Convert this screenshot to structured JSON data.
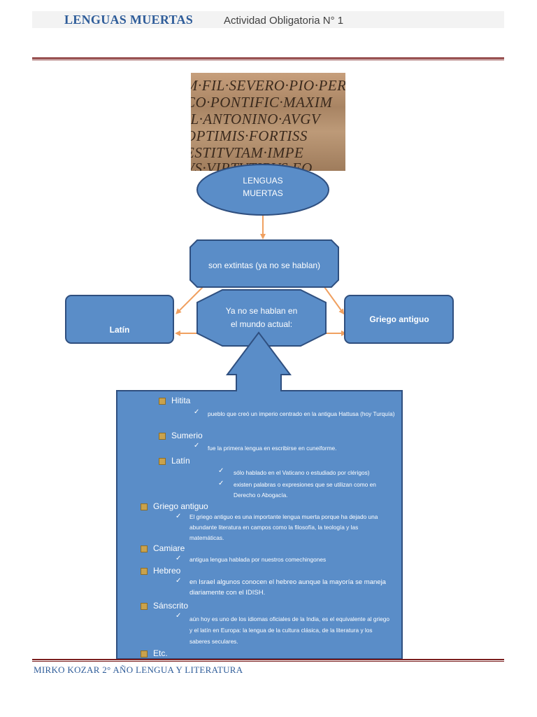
{
  "header": {
    "title": "LENGUAS MUERTAS",
    "subtitle": "Actividad Obligatoria N° 1"
  },
  "inscription": {
    "lines": [
      "M·FIL·SEVERO·PIO·PERT",
      "CO·PONTIFIC·MAXIM",
      "IL·ANTONINO·AVGV",
      "OPTIMIS·FORTISS",
      "ESTITVTAM·IMPE",
      "VS·VIRTVTIBVS·EO"
    ]
  },
  "diagram": {
    "root_line1": "LENGUAS",
    "root_line2": "MUERTAS",
    "definition": "son extintas (ya no se hablan)",
    "left_box": "Latín",
    "center_line1": "Ya no se hablan en",
    "center_line2": "el mundo actual:",
    "right_box": "Griego antiguo"
  },
  "list": {
    "hitita": "Hitita",
    "hitita_desc": "pueblo que creó un imperio centrado en la antigua Hattusa (hoy Turquía)",
    "sumerio": "Sumerio",
    "sumerio_desc": "fue la primera lengua en escribirse en cuneiforme.",
    "latin": "Latín",
    "latin_desc1": "sólo hablado en el Vaticano o estudiado por clérigos)",
    "latin_desc2": "existen palabras o expresiones que se utilizan como en Derecho o Abogacía.",
    "griego": "Griego antiguo",
    "griego_desc": "El griego antiguo es una importante lengua muerta porque ha dejado una abundante literatura en campos como la filosofía, la teología y las matemáticas.",
    "camiare": "Camiare",
    "camiare_desc": "antigua lengua hablada por nuestros comechingones",
    "hebreo": "Hebreo",
    "hebreo_desc": "en Israel algunos conocen el hebreo aunque la mayoría se maneja diariamente con el IDISH.",
    "sanscrito": "Sánscrito",
    "sanscrito_desc": "aún hoy es uno de los idiomas oficiales de la India, es el equivalente al griego y el latín en Europa: la lengua de la cultura clásica, de la literatura y los saberes seculares.",
    "etc": "Etc."
  },
  "footer": {
    "text": "MIRKO KOZAR 2° AÑO LENGUA Y LITERATURA"
  },
  "colors": {
    "shape_fill": "#5a8dc8",
    "shape_border": "#2f4f7f",
    "arrow": "#f0a060",
    "title_blue": "#2e5c99",
    "rule_maroon": "#7a1e1e"
  }
}
